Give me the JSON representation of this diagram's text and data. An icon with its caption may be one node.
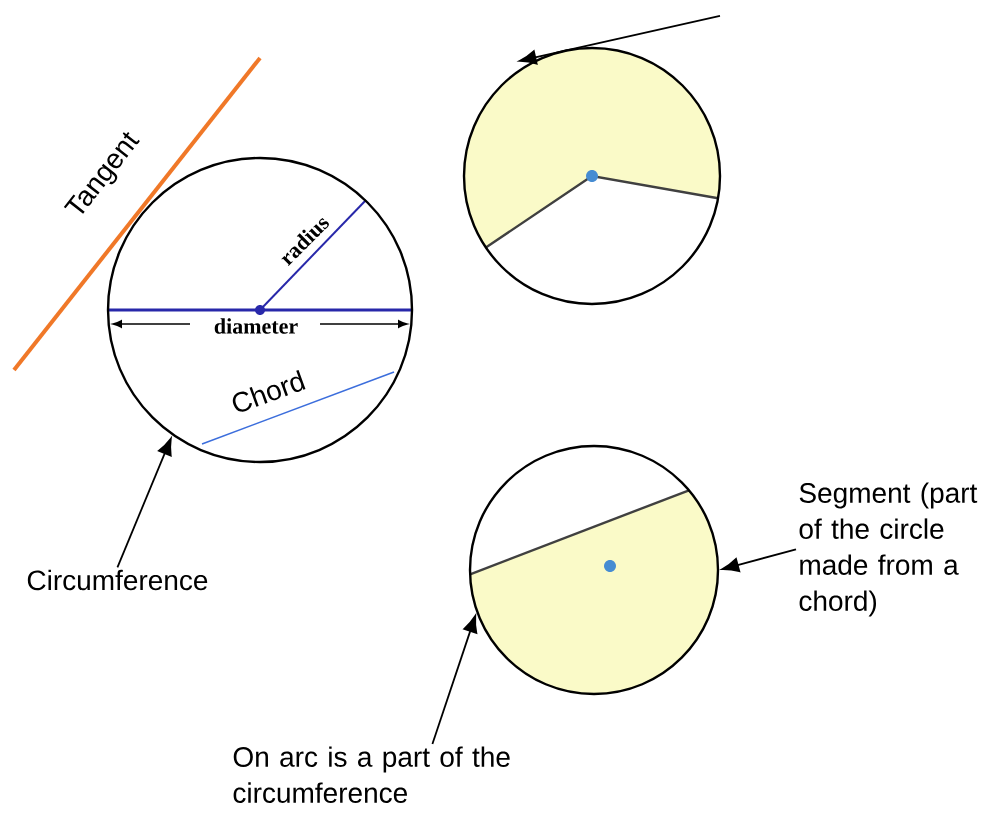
{
  "diagram": {
    "nodes": [
      {
        "text": [
          "Circumference"
        ]
      },
      {
        "text": [],
        "shape": "circle"
      },
      {
        "text": [],
        "shape": "circle"
      },
      {
        "text": [],
        "shape": "circle"
      },
      {
        "text": [
          "Segment (part of the circle made from a chord)"
        ]
      },
      {
        "text": [
          "On arc is a part of the circumference"
        ]
      }
    ],
    "edges": [
      {
        "from": 0,
        "to": 1,
        "arrow": "to"
      },
      {
        "from": null,
        "to": 2,
        "arrow": "to"
      },
      {
        "from": 4,
        "to": 3,
        "arrow": "to"
      },
      {
        "from": 5,
        "to": 3,
        "arrow": "to"
      }
    ],
    "labels": [
      "Tangent",
      "radius",
      "diameter",
      "Chord"
    ]
  }
}
